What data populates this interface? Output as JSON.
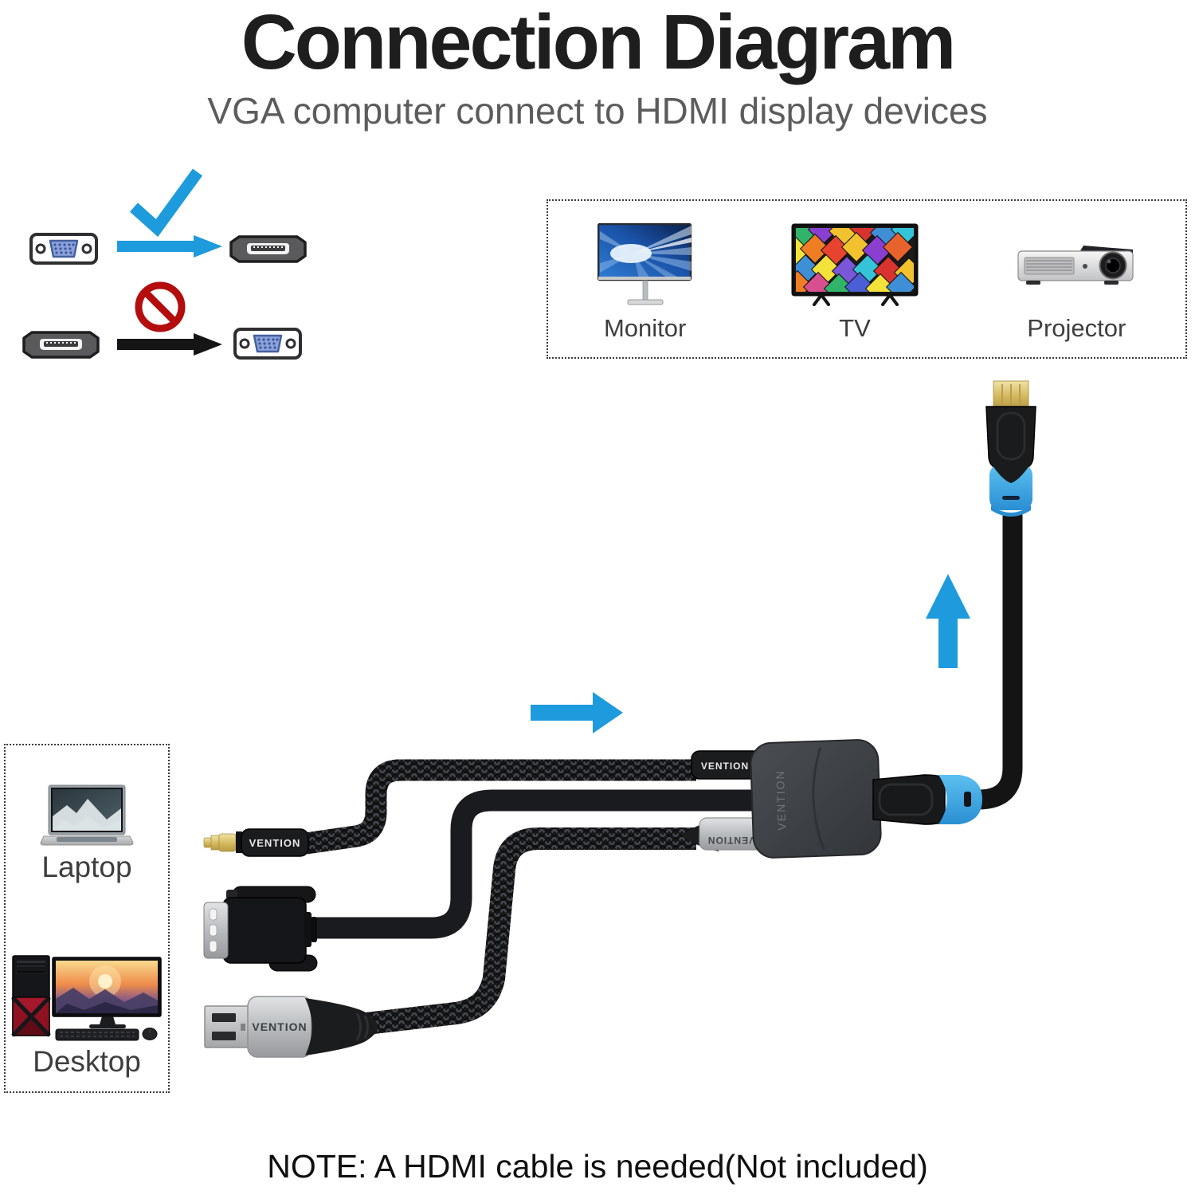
{
  "header": {
    "title": "Connection Diagram",
    "subtitle": "VGA computer connect to HDMI display devices"
  },
  "brand": "VENTION",
  "compat": {
    "allowed_direction": "VGA to HDMI",
    "not_allowed_direction": "HDMI to VGA"
  },
  "displays": {
    "items": [
      {
        "label": "Monitor"
      },
      {
        "label": "TV"
      },
      {
        "label": "Projector"
      }
    ]
  },
  "sources": {
    "items": [
      {
        "label": "Laptop"
      },
      {
        "label": "Desktop"
      }
    ]
  },
  "note": {
    "text": "NOTE: A HDMI cable is needed(Not included)"
  },
  "colors": {
    "accent_blue": "#1d9bdc",
    "prohibit_red": "#b30d0d",
    "cable_black": "#17181a"
  }
}
